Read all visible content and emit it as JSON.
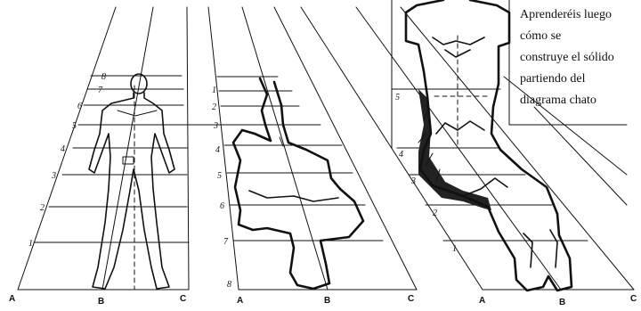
{
  "caption": {
    "lines": [
      "Aprenderéis luego",
      "cómo se",
      "construye el sólido",
      "partiendo del",
      "diagrama  chato"
    ]
  },
  "figures": {
    "front": {
      "base_labels": [
        "A",
        "B",
        "C"
      ],
      "level_labels": [
        "8",
        "7",
        "6",
        "5",
        "4",
        "3",
        "2",
        "1"
      ]
    },
    "foreshortened": {
      "base_labels": [
        "A",
        "B",
        "C"
      ],
      "level_labels": [
        "1",
        "2",
        "3",
        "4",
        "5",
        "6",
        "7",
        "8"
      ]
    },
    "solid": {
      "base_labels": [
        "A",
        "B",
        "C"
      ],
      "level_labels": [
        "5",
        "4",
        "3",
        "2",
        "1"
      ]
    }
  }
}
